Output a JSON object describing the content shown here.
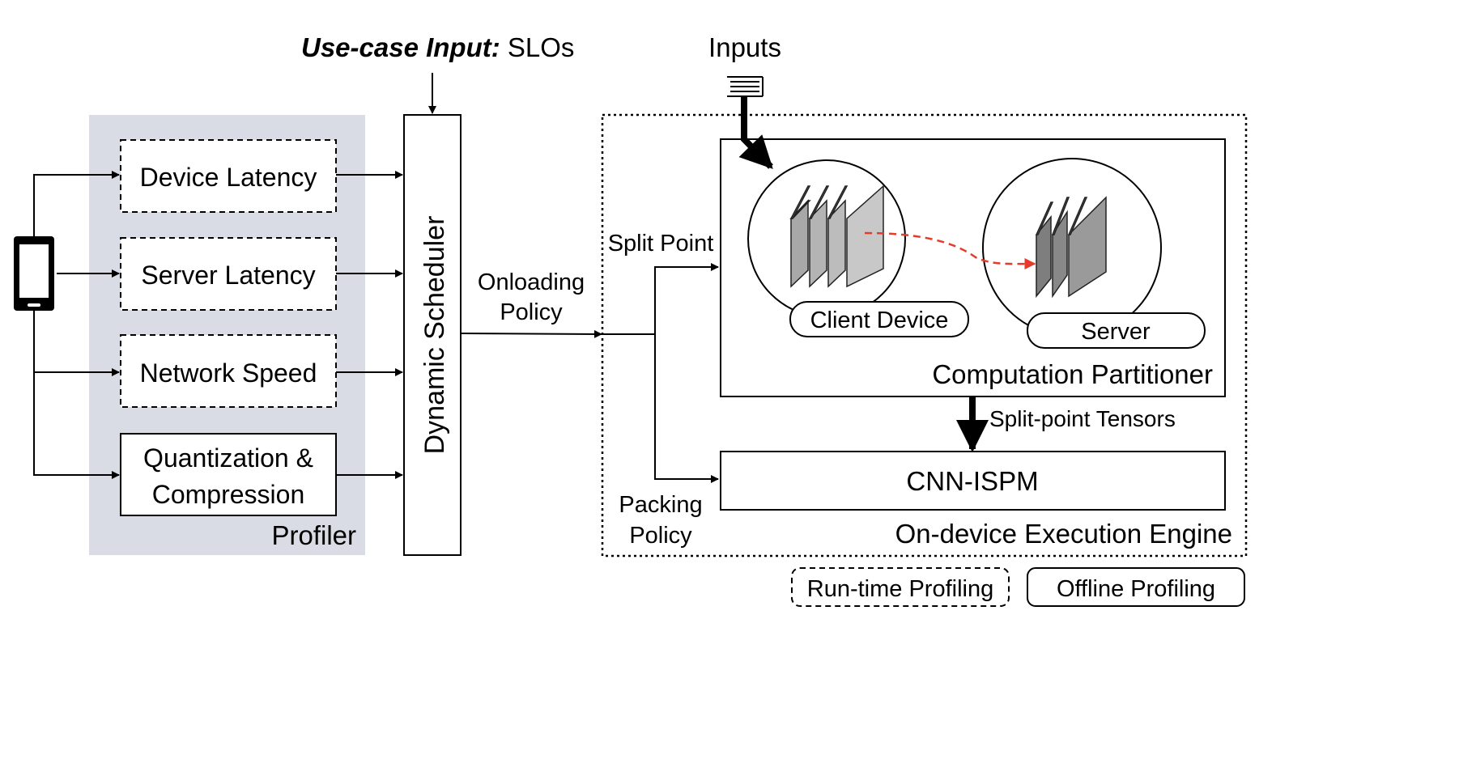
{
  "header": {
    "usecase_label": "Use-case Input:",
    "usecase_value": " SLOs",
    "inputs_label": "Inputs"
  },
  "profiler": {
    "title": "Profiler",
    "items": [
      {
        "label": "Device Latency",
        "kind": "run-time"
      },
      {
        "label": "Server Latency",
        "kind": "run-time"
      },
      {
        "label": "Network Speed",
        "kind": "run-time"
      },
      {
        "label_lines": [
          "Quantization &",
          "Compression"
        ],
        "kind": "offline"
      }
    ]
  },
  "scheduler": {
    "label": "Dynamic Scheduler"
  },
  "policy": {
    "onloading_lines": [
      "Onloading",
      "Policy"
    ],
    "split_point": "Split Point",
    "packing_lines": [
      "Packing",
      "Policy"
    ]
  },
  "engine": {
    "title": "On-device Execution Engine",
    "partitioner_title": "Computation Partitioner",
    "client_label": "Client Device",
    "server_label": "Server",
    "tensors_label": "Split-point Tensors",
    "ispm_label": "CNN-ISPM"
  },
  "legend": {
    "runtime": "Run-time Profiling",
    "offline": "Offline Profiling"
  },
  "colors": {
    "profiler_bg": "#d9dce4",
    "arrow": "#000000",
    "tensor_flow": "#e53b2c",
    "client_layer": "#c8c8c8",
    "server_layer": "#9a9a9a"
  }
}
